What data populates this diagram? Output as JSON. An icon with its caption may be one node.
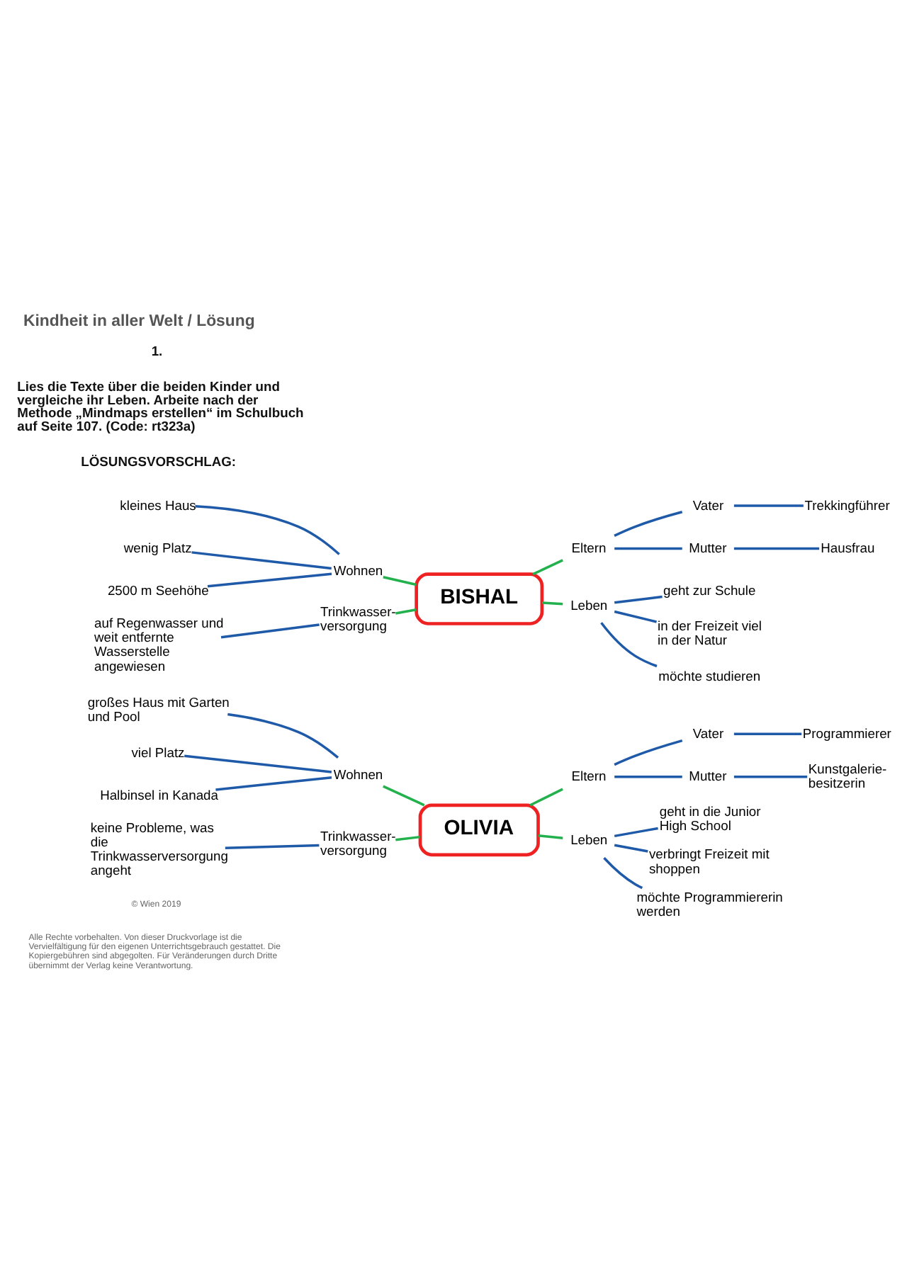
{
  "diagram": {
    "title": "Kindheit in aller Welt / Lösung",
    "nodes": [
      {
        "text": [
          "BISHAL"
        ]
      },
      {
        "text": [
          "Wohnen"
        ]
      },
      {
        "text": [
          "kleines Haus"
        ]
      },
      {
        "text": [
          "wenig Platz"
        ]
      },
      {
        "text": [
          "2500 m Seehöhe"
        ]
      },
      {
        "text": [
          "Eltern"
        ]
      },
      {
        "text": [
          "Vater"
        ]
      },
      {
        "text": [
          "Trekkingführer"
        ]
      },
      {
        "text": [
          "Mutter"
        ]
      },
      {
        "text": [
          "Hausfrau"
        ]
      },
      {
        "text": [
          "Trinkwasser- versorgung"
        ]
      },
      {
        "text": [
          "auf Regenwasser und weit entfernte Wasserstelle angewiesen"
        ]
      },
      {
        "text": [
          "Leben"
        ]
      },
      {
        "text": [
          "geht zur Schule"
        ]
      },
      {
        "text": [
          "in der Freizeit viel in der Natur"
        ]
      },
      {
        "text": [
          "möchte studieren"
        ]
      },
      {
        "text": [
          "OLIVIA"
        ]
      },
      {
        "text": [
          "Wohnen"
        ]
      },
      {
        "text": [
          "großes Haus mit Garten und Pool"
        ]
      },
      {
        "text": [
          "viel Platz"
        ]
      },
      {
        "text": [
          "Halbinsel in Kanada"
        ]
      },
      {
        "text": [
          "Eltern"
        ]
      },
      {
        "text": [
          "Vater"
        ]
      },
      {
        "text": [
          "Programmierer"
        ]
      },
      {
        "text": [
          "Mutter"
        ]
      },
      {
        "text": [
          "Kunstgalerie- besitzerin"
        ]
      },
      {
        "text": [
          "Trinkwasser- versorgung"
        ]
      },
      {
        "text": [
          "keine Probleme, was die Trinkwasserversorgung angeht"
        ]
      },
      {
        "text": [
          "Leben"
        ]
      },
      {
        "text": [
          "geht in die Junior High School"
        ]
      },
      {
        "text": [
          "verbringt Freizeit mit shoppen"
        ]
      },
      {
        "text": [
          "möchte Programmiererin werden"
        ]
      }
    ],
    "edges": [
      {
        "from": 1,
        "to": 0,
        "arrow": "none",
        "color": "#22b14c"
      },
      {
        "from": 2,
        "to": 1,
        "arrow": "none"
      },
      {
        "from": 3,
        "to": 1,
        "arrow": "none"
      },
      {
        "from": 4,
        "to": 1,
        "arrow": "none"
      },
      {
        "from": 0,
        "to": 5,
        "arrow": "none",
        "color": "#22b14c"
      },
      {
        "from": 5,
        "to": 6,
        "arrow": "none"
      },
      {
        "from": 6,
        "to": 7,
        "arrow": "none"
      },
      {
        "from": 5,
        "to": 8,
        "arrow": "none"
      },
      {
        "from": 8,
        "to": 9,
        "arrow": "none"
      },
      {
        "from": 10,
        "to": 0,
        "arrow": "none",
        "color": "#22b14c"
      },
      {
        "from": 11,
        "to": 10,
        "arrow": "none"
      },
      {
        "from": 0,
        "to": 12,
        "arrow": "none",
        "color": "#22b14c"
      },
      {
        "from": 12,
        "to": 13,
        "arrow": "none"
      },
      {
        "from": 12,
        "to": 14,
        "arrow": "none"
      },
      {
        "from": 12,
        "to": 15,
        "arrow": "none"
      },
      {
        "from": 17,
        "to": 16,
        "arrow": "none",
        "color": "#22b14c"
      },
      {
        "from": 18,
        "to": 17,
        "arrow": "none"
      },
      {
        "from": 19,
        "to": 17,
        "arrow": "none"
      },
      {
        "from": 20,
        "to": 17,
        "arrow": "none"
      },
      {
        "from": 16,
        "to": 21,
        "arrow": "none",
        "color": "#22b14c"
      },
      {
        "from": 21,
        "to": 22,
        "arrow": "none"
      },
      {
        "from": 22,
        "to": 23,
        "arrow": "none"
      },
      {
        "from": 21,
        "to": 24,
        "arrow": "none"
      },
      {
        "from": 24,
        "to": 25,
        "arrow": "none"
      },
      {
        "from": 26,
        "to": 16,
        "arrow": "none",
        "color": "#22b14c"
      },
      {
        "from": 27,
        "to": 26,
        "arrow": "none"
      },
      {
        "from": 16,
        "to": 28,
        "arrow": "none",
        "color": "#22b14c"
      },
      {
        "from": 28,
        "to": 29,
        "arrow": "none"
      },
      {
        "from": 28,
        "to": 30,
        "arrow": "none"
      },
      {
        "from": 28,
        "to": 31,
        "arrow": "none"
      }
    ],
    "labels": [
      "1.",
      "Lies die Texte über die beiden Kinder und vergleiche ihr Leben. Arbeite nach der Methode „Mindmaps erstellen“ im Schulbuch auf Seite 107. (Code: rt323a)",
      "LÖSUNGSVORSCHLAG:",
      "© Wien 2019",
      "Alle Rechte vorbehalten. Von dieser Druckvorlage ist die Vervielfältigung für den eigenen Unterrichtsgebrauch gestattet. Die Kopiergebühren sind abgegolten. Für Veränderungen durch Dritte übernimmt der Verlag keine Verantwortung."
    ]
  }
}
